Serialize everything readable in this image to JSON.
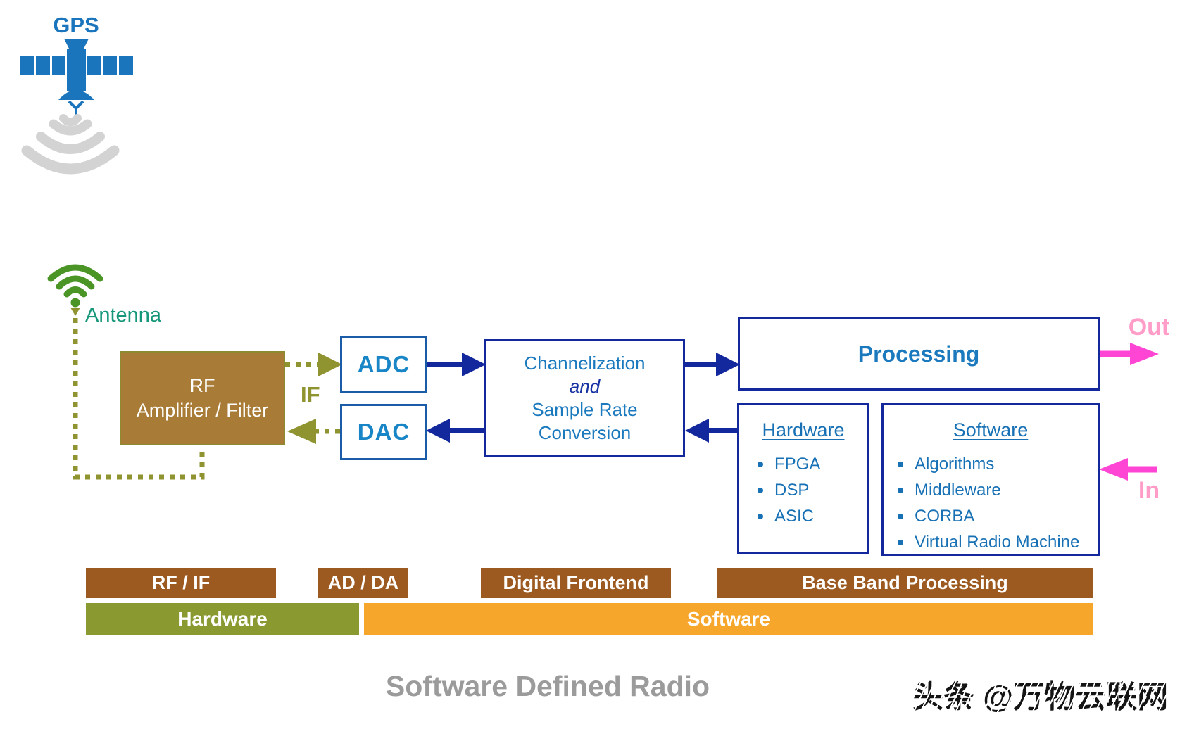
{
  "gps": {
    "label": "GPS"
  },
  "antenna": {
    "label": "Antenna"
  },
  "rf_box": {
    "line1": "RF",
    "line2": "Amplifier / Filter"
  },
  "if_label": "IF",
  "adc_label": "ADC",
  "dac_label": "DAC",
  "channelization": {
    "line1": "Channelization",
    "line2": "and",
    "line3": "Sample Rate",
    "line4": "Conversion"
  },
  "processing_label": "Processing",
  "hardware_box": {
    "title": "Hardware",
    "items": [
      "FPGA",
      "DSP",
      "ASIC"
    ]
  },
  "software_box": {
    "title": "Software",
    "items": [
      "Algorithms",
      "Middleware",
      "CORBA",
      "Virtual Radio Machine"
    ]
  },
  "io": {
    "out": "Out",
    "in": "In"
  },
  "layer_bars": {
    "rf_if": "RF / IF",
    "ad_da": "AD / DA",
    "digital_frontend": "Digital Frontend",
    "base_band": "Base Band Processing",
    "hardware": "Hardware",
    "software": "Software"
  },
  "title": "Software Defined Radio",
  "watermark": "头条 @万物云联网",
  "colors": {
    "gps_blue": "#1B75BC",
    "diagram_text_blue": "#1B79BE",
    "panel_text_blue": "#1871B5",
    "converter_text_blue": "#1886C6",
    "navy_arrow": "#12289C",
    "olive": "#8F9430",
    "antenna_green": "#4A9526",
    "antenna_label_teal": "#17977A",
    "rf_box_brown": "#A87B36",
    "layer_bar_brown": "#9C5A20",
    "hardware_bar_olive": "#8B9A30",
    "software_bar_orange": "#F6A62B",
    "io_arrow_pink": "#FF45D3",
    "io_label_pink": "#FF9CC8",
    "title_gray": "#9B9B9B",
    "signal_wave_gray": "#D3D3D3"
  }
}
